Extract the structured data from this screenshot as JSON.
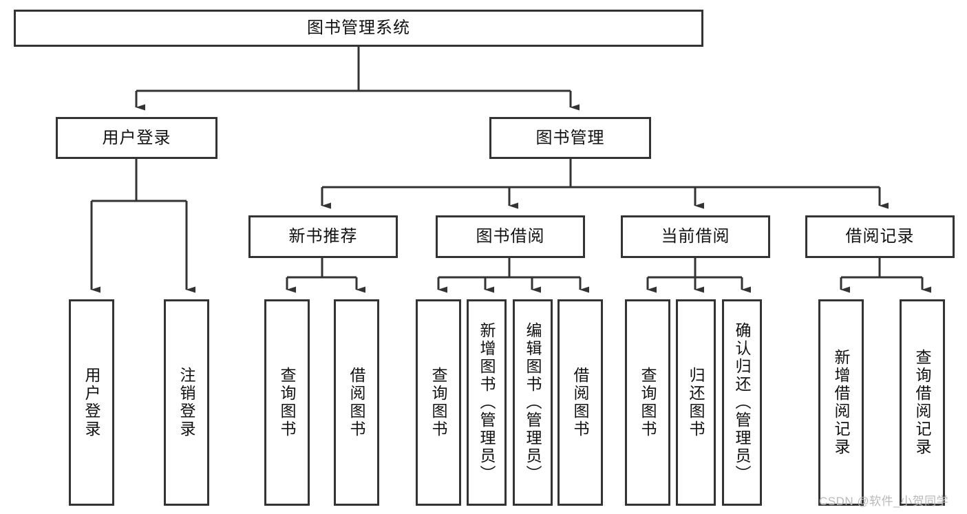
{
  "diagram": {
    "type": "tree-hierarchy-chart",
    "title": "图书管理系统",
    "stroke_color": "#333333",
    "background_color": "#ffffff",
    "text_color": "#111111"
  },
  "root": {
    "label": "图书管理系统"
  },
  "branches": [
    {
      "label": "用户登录"
    },
    {
      "label": "图书管理"
    }
  ],
  "subbranches": [
    {
      "label": "新书推荐"
    },
    {
      "label": "图书借阅"
    },
    {
      "label": "当前借阅"
    },
    {
      "label": "借阅记录"
    }
  ],
  "leaves": {
    "user_login": [
      {
        "label": "用户登录"
      },
      {
        "label": "注销登录"
      }
    ],
    "new_book_recommend": [
      {
        "label": "查询图书"
      },
      {
        "label": "借阅图书"
      }
    ],
    "book_borrow": [
      {
        "label": "查询图书"
      },
      {
        "label": "新增图书（管理员）"
      },
      {
        "label": "编辑图书（管理员）"
      },
      {
        "label": "借阅图书"
      }
    ],
    "current_borrow": [
      {
        "label": "查询图书"
      },
      {
        "label": "归还图书"
      },
      {
        "label": "确认归还（管理员）"
      }
    ],
    "borrow_record": [
      {
        "label": "新增借阅记录"
      },
      {
        "label": "查询借阅记录"
      }
    ]
  },
  "watermark": {
    "text": "CSDN @软件_小贺同学"
  }
}
